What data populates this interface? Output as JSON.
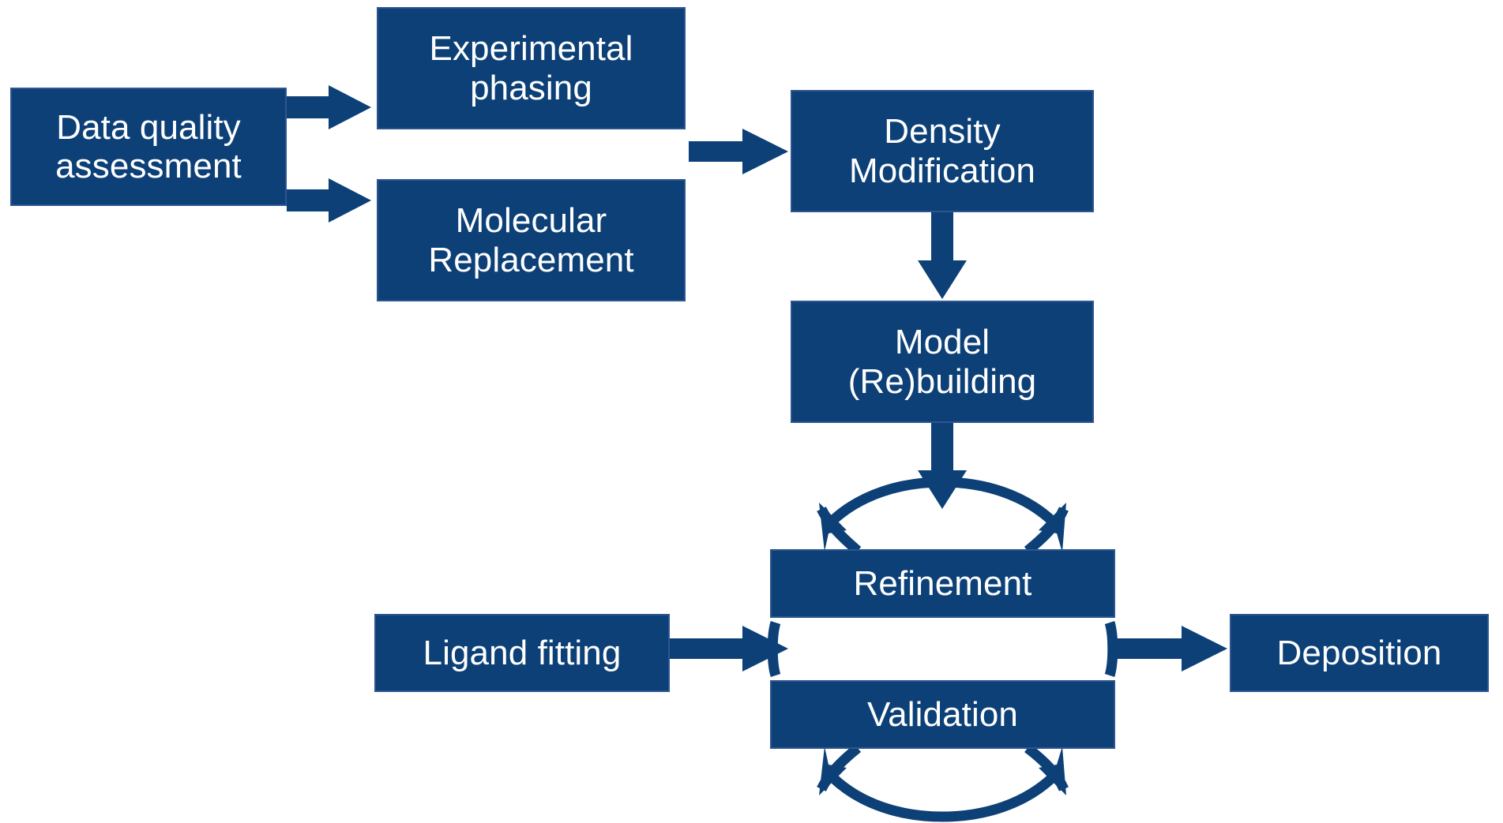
{
  "diagram": {
    "title": "Macromolecular crystallography structure determination workflow",
    "type": "flowchart",
    "colors": {
      "node_fill": "#0c4077",
      "node_border": "#2e5590",
      "node_text": "#ffffff",
      "arrow": "#0c4077",
      "background": "#ffffff"
    },
    "nodes": [
      {
        "id": "data-quality-assessment",
        "label": "Data quality\nassessment"
      },
      {
        "id": "experimental-phasing",
        "label": "Experimental\nphasing"
      },
      {
        "id": "molecular-replacement",
        "label": "Molecular\nReplacement"
      },
      {
        "id": "density-modification",
        "label": "Density\nModification"
      },
      {
        "id": "model-rebuilding",
        "label": "Model\n(Re)building"
      },
      {
        "id": "refinement",
        "label": "Refinement"
      },
      {
        "id": "validation",
        "label": "Validation"
      },
      {
        "id": "ligand-fitting",
        "label": "Ligand fitting"
      },
      {
        "id": "deposition",
        "label": "Deposition"
      }
    ],
    "edges": [
      {
        "from": "data-quality-assessment",
        "to": "experimental-phasing",
        "style": "straight-arrow",
        "direction": "right"
      },
      {
        "from": "data-quality-assessment",
        "to": "molecular-replacement",
        "style": "straight-arrow",
        "direction": "right"
      },
      {
        "from": "molecular-replacement",
        "to": "density-modification",
        "style": "straight-arrow",
        "direction": "right"
      },
      {
        "from": "density-modification",
        "to": "model-rebuilding",
        "style": "straight-arrow",
        "direction": "down"
      },
      {
        "from": "model-rebuilding",
        "to": "refinement",
        "style": "straight-arrow",
        "direction": "down"
      },
      {
        "from": "ligand-fitting",
        "to": "refinement",
        "style": "straight-arrow",
        "direction": "right"
      },
      {
        "from": "refinement",
        "to": "deposition",
        "style": "straight-arrow",
        "direction": "right"
      },
      {
        "from": "refinement",
        "to": "validation",
        "style": "circular-cycle-arrow",
        "direction": "clockwise"
      }
    ]
  }
}
